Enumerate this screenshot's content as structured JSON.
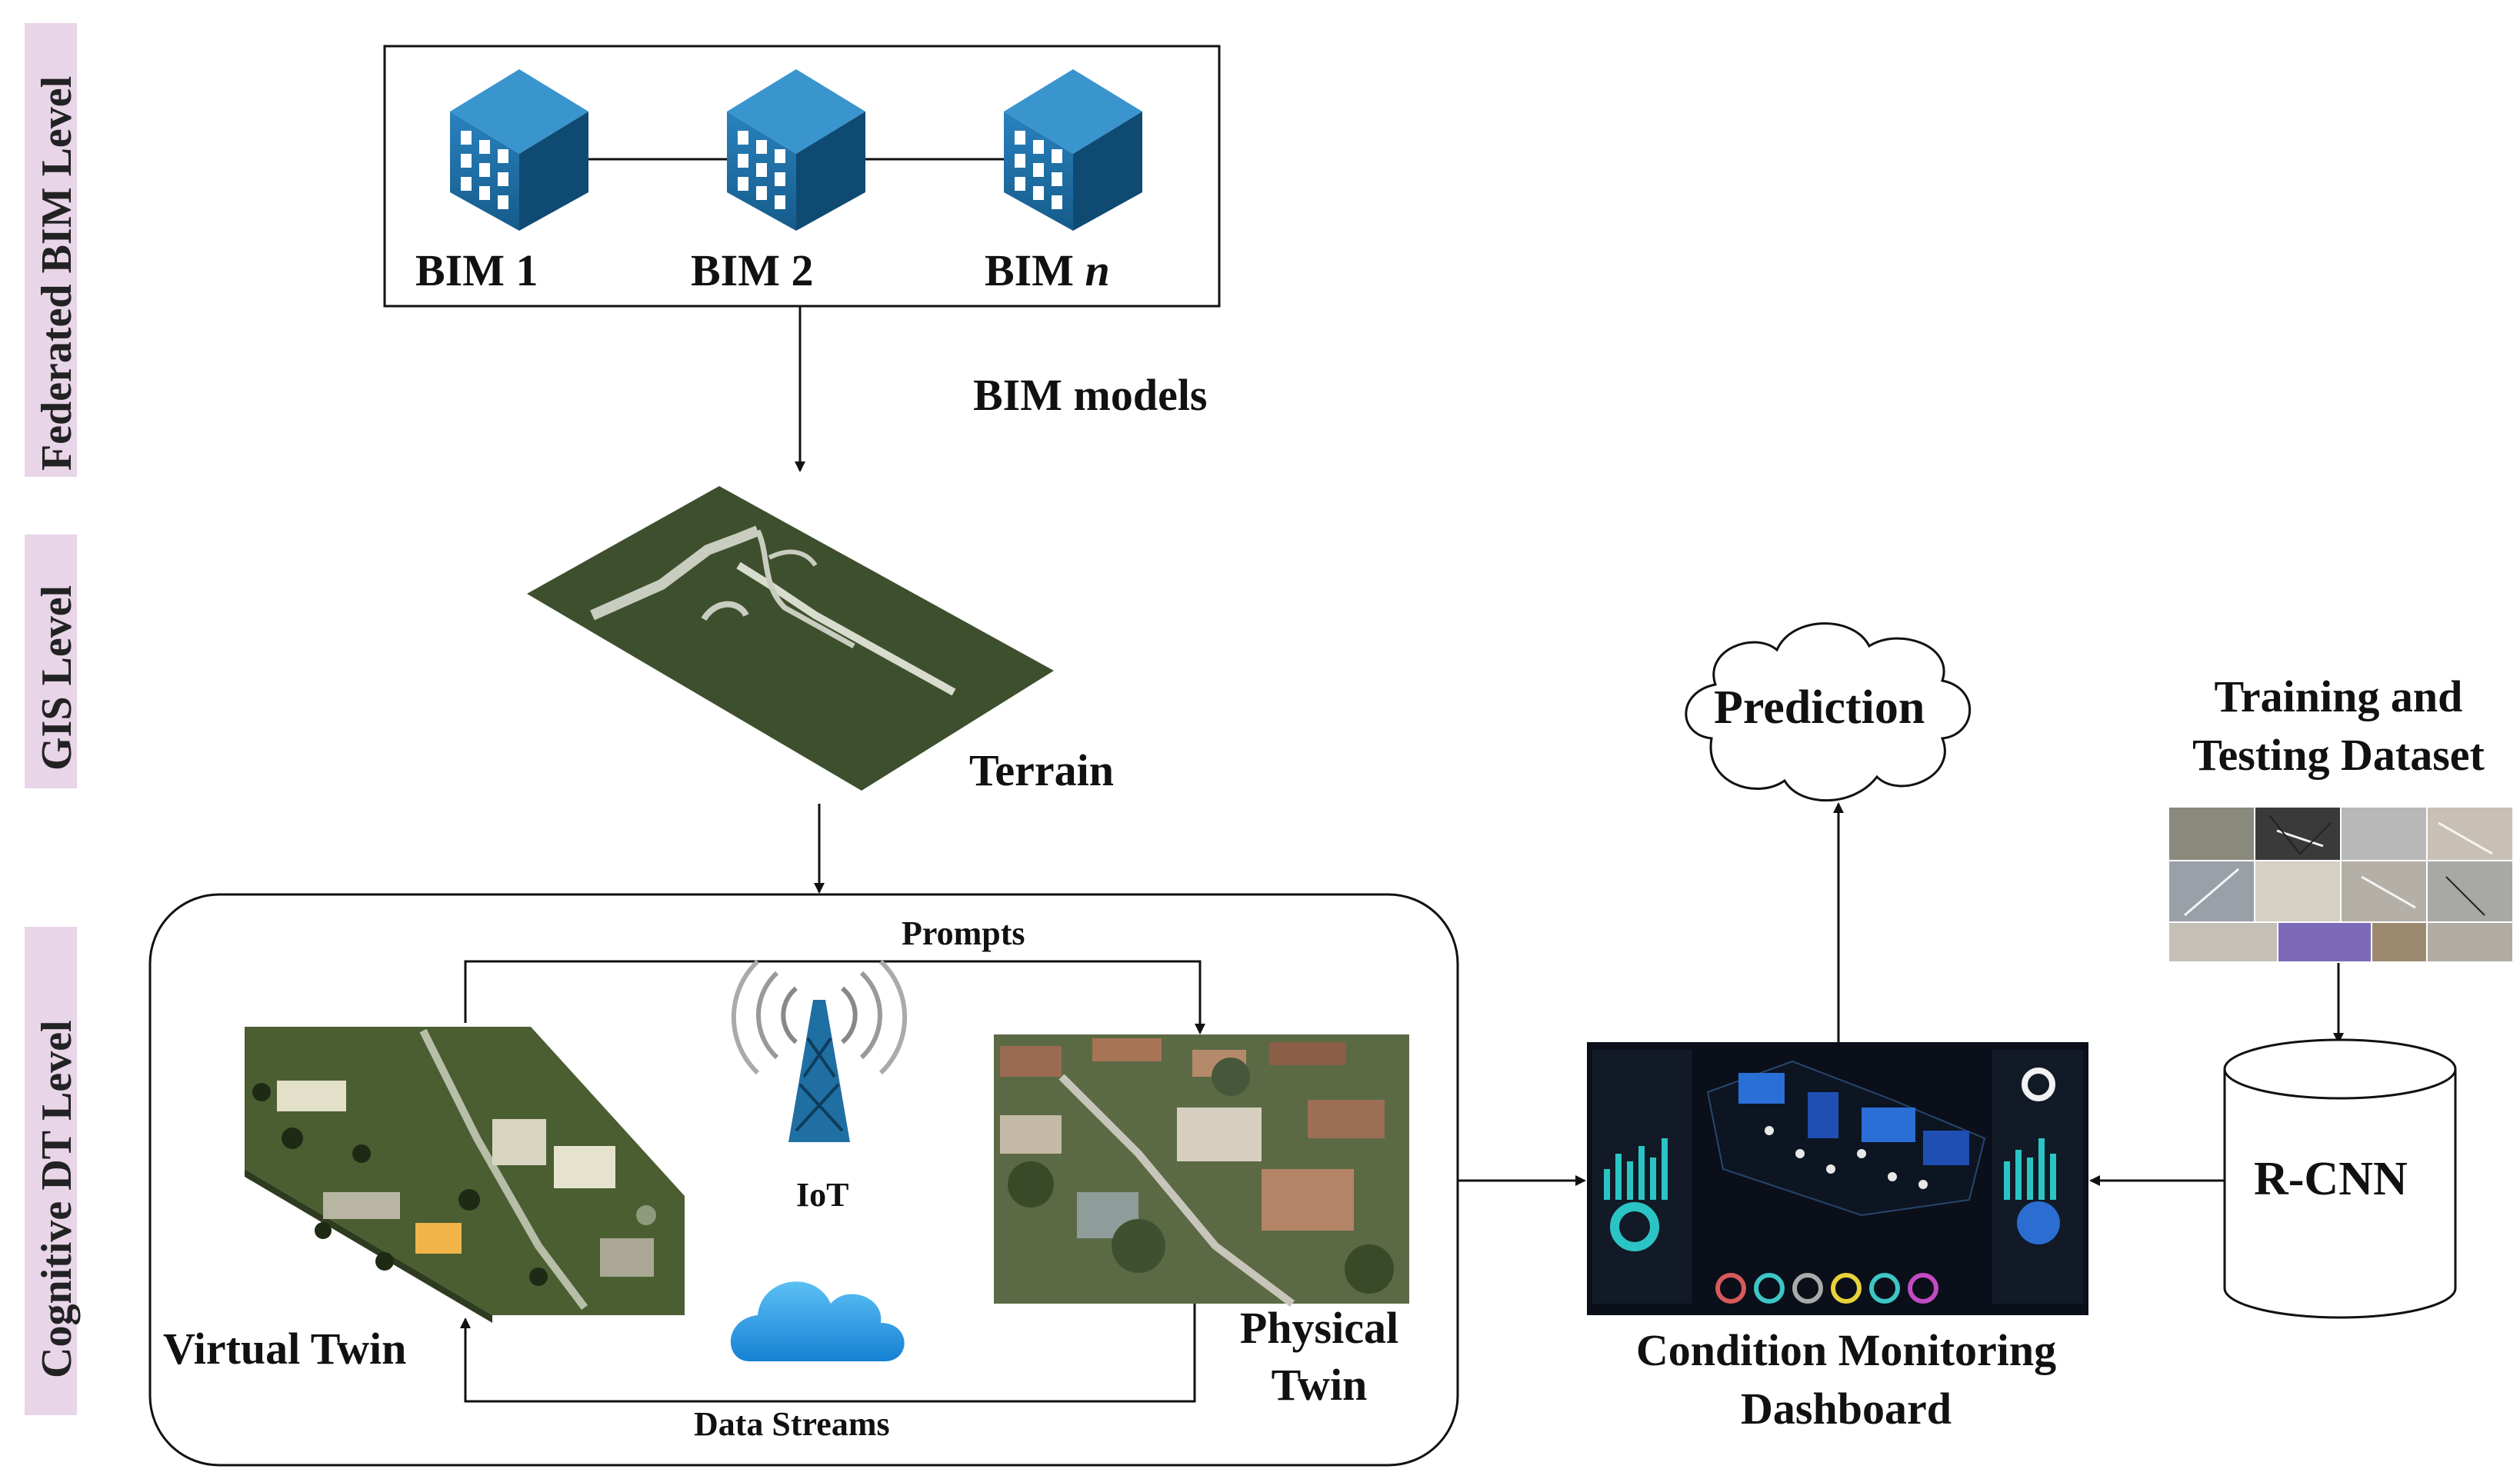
{
  "levels": {
    "federated": "Federated BIM Level",
    "gis": "GIS Level",
    "cognitive": "Cognitive DT Level"
  },
  "bim": {
    "items": [
      {
        "prefix": "BIM",
        "suffix": "1",
        "italic": false
      },
      {
        "prefix": "BIM",
        "suffix": "2",
        "italic": false
      },
      {
        "prefix": "BIM",
        "suffix": "n",
        "italic": true
      }
    ],
    "models_label": "BIM models"
  },
  "terrain_label": "Terrain",
  "dt": {
    "prompts_label": "Prompts",
    "data_streams_label": "Data Streams",
    "iot_label": "IoT",
    "virtual_twin_label": "Virtual Twin",
    "physical_twin_line1": "Physical",
    "physical_twin_line2": "Twin"
  },
  "dashboard": {
    "line1": "Condition Monitoring",
    "line2": "Dashboard"
  },
  "prediction_label": "Prediction",
  "dataset": {
    "line1": "Training and",
    "line2": "Testing Dataset"
  },
  "rcnn_label": "R-CNN",
  "colors": {
    "level_band": "#e8d5e8",
    "building_blue": "#1f6fa3",
    "cloud_blue": "#2b9be0",
    "terrain_green": "#3e4f2e",
    "dashboard_bg": "#0a0f1a"
  }
}
